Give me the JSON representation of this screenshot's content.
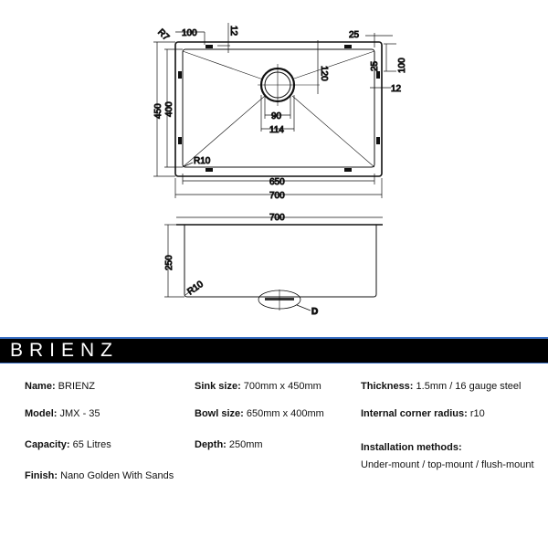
{
  "drawing": {
    "top_view": {
      "r7": "R7",
      "d100_top": "100",
      "d12_top": "12",
      "d25_top": "25",
      "d25_right": "25",
      "d100_right": "100",
      "d12_right": "12",
      "d120": "120",
      "d90": "90",
      "d114": "114",
      "d450": "450",
      "d400": "400",
      "r10": "R10",
      "d650": "650",
      "d700": "700"
    },
    "side_view": {
      "d700": "700",
      "d250": "250",
      "r10": "R10",
      "drain_label": "D"
    }
  },
  "banner": {
    "title": "BRIENZ",
    "color": "#000000",
    "accent": "#3a6fc4"
  },
  "specs": [
    {
      "label": "Name:",
      "value": " BRIENZ"
    },
    {
      "label": "Sink size:",
      "value": " 700mm x 450mm"
    },
    {
      "label": "Thickness:",
      "value": " 1.5mm / 16 gauge steel"
    },
    {
      "label": "Model:",
      "value": " JMX - 35"
    },
    {
      "label": "Bowl size:",
      "value": " 650mm x 400mm"
    },
    {
      "label": "Internal corner radius:",
      "value": " r10"
    },
    {
      "label": "Capacity:",
      "value": " 65 Litres"
    },
    {
      "label": "Depth:",
      "value": " 250mm"
    },
    {
      "label": "Installation methods:",
      "value": "Under-mount / top-mount / flush-mount"
    },
    {
      "label": "Finish:",
      "value": " Nano Golden With Sands"
    }
  ]
}
